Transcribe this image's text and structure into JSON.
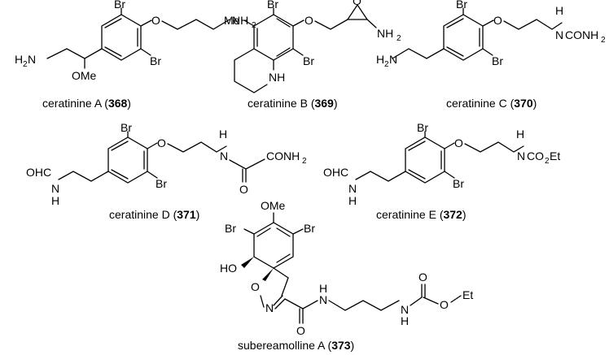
{
  "atoms": {
    "br": "Br",
    "o": "O",
    "n": "N",
    "h": "H",
    "nh": "NH",
    "nh2": "NH",
    "h2n": "H",
    "me": "Me",
    "ome": "OMe",
    "ho": "HO",
    "ocnh": "CONH",
    "co2et_a": "CO",
    "co2et_b": "Et",
    "ohc": "OHC",
    "o_n": "O",
    "et": "Et",
    "two": "2"
  },
  "compounds": [
    {
      "name": "ceratinine A (",
      "number": "368",
      "close": ")"
    },
    {
      "name": "ceratinine B (",
      "number": "369",
      "close": ")"
    },
    {
      "name": "ceratinine C (",
      "number": "370",
      "close": ")"
    },
    {
      "name": "ceratinine D (",
      "number": "371",
      "close": ")"
    },
    {
      "name": "ceratinine E (",
      "number": "372",
      "close": ")"
    },
    {
      "name": "subereamolline A (",
      "number": "373",
      "close": ")"
    }
  ]
}
